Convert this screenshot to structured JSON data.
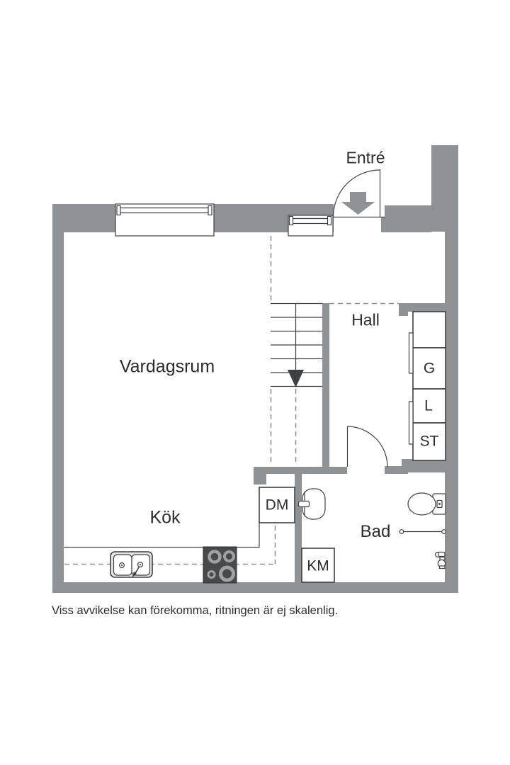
{
  "floorplan": {
    "labels": {
      "entrance": "Entré",
      "living_room": "Vardagsrum",
      "hall": "Hall",
      "kitchen": "Kök",
      "bathroom": "Bad",
      "dishwasher": "DM",
      "washing_machine": "KM",
      "closet_g": "G",
      "closet_l": "L",
      "closet_st": "ST"
    },
    "disclaimer": "Viss avvikelse kan förekomma, ritningen är ej skalenlig.",
    "colors": {
      "wall": "#8e9295",
      "line": "#3e4144",
      "dash": "#909396",
      "stove_body": "#47494b",
      "stove_ring": "#9da2a5",
      "sink_fill": "#e4e5e5",
      "text": "#2b2d2f",
      "background": "#ffffff"
    }
  }
}
